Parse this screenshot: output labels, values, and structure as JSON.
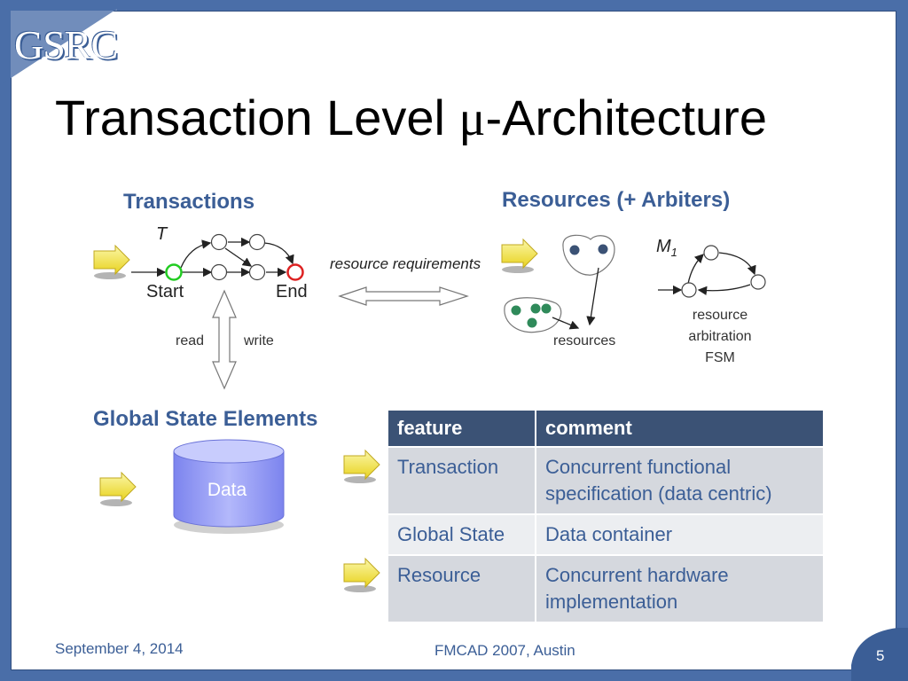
{
  "logo": {
    "text": "GSRC"
  },
  "title": {
    "pre": "Transaction Level ",
    "mu": "μ",
    "post": "-Architecture"
  },
  "transactions": {
    "heading": "Transactions",
    "t_label": "T",
    "start_label": "Start",
    "end_label": "End",
    "read_label": "read",
    "write_label": "write"
  },
  "middle": {
    "label": "resource requirements"
  },
  "resources": {
    "heading": "Resources (+ Arbiters)",
    "resources_label": "resources",
    "m_label": "M",
    "m_sub": "1",
    "fsm_line1": "resource",
    "fsm_line2": "arbitration",
    "fsm_line3": "FSM"
  },
  "global_state": {
    "heading": "Global State Elements",
    "data_label": "Data"
  },
  "table": {
    "headers": [
      "feature",
      "comment"
    ],
    "rows": [
      [
        "Transaction",
        "Concurrent functional specification (data centric)"
      ],
      [
        "Global State",
        "Data container"
      ],
      [
        "Resource",
        "Concurrent hardware implementation"
      ]
    ]
  },
  "footer": {
    "date": "September 4, 2014",
    "conference": "FMCAD 2007, Austin",
    "page": "5"
  },
  "colors": {
    "heading": "#3b5e96",
    "arrow_fill": "#f2e64a",
    "start_node": "#22cc22",
    "end_node": "#dd2222",
    "table_header": "#3b5275",
    "db_fill": "#8f96f0"
  }
}
